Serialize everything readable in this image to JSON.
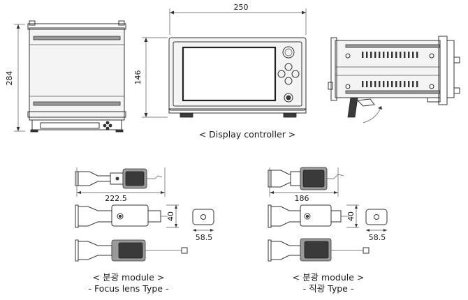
{
  "display_controller": {
    "caption": "< Display controller >",
    "dim_width": "250",
    "dim_height_front": "146",
    "dim_height_side": "284"
  },
  "focus_module": {
    "caption_line1": "< 분광 module >",
    "caption_line2": "- Focus lens Type -",
    "dim_length": "222.5",
    "dim_height": "40",
    "dim_width": "58.5"
  },
  "direct_module": {
    "caption_line1": "< 분광 module >",
    "caption_line2": "- 직광 Type -",
    "dim_length": "186",
    "dim_height": "40",
    "dim_width": "58.5"
  }
}
